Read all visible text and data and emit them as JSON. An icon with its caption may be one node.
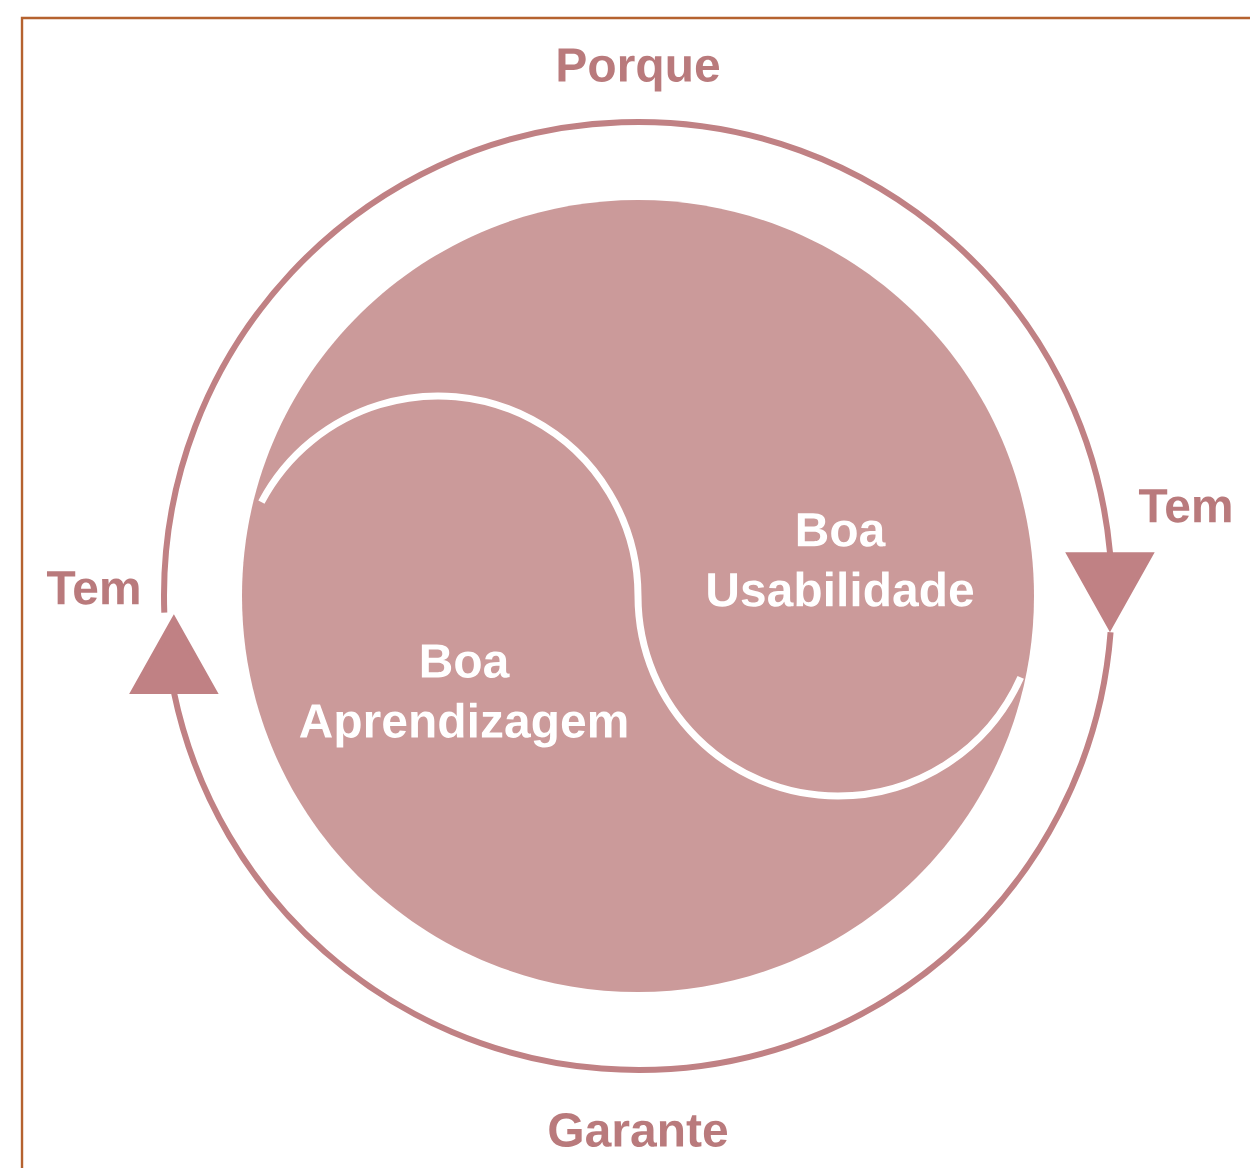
{
  "diagram": {
    "nodes": [
      {
        "text": [],
        "shape": "circle"
      },
      {
        "text": [
          "Boa Aprendizagem"
        ],
        "in": 0
      },
      {
        "text": [
          "Boa Usabilidade"
        ],
        "in": 0
      }
    ],
    "edges": [
      {
        "from": 1,
        "to": 2,
        "arrow": "to",
        "label": "Porque"
      },
      {
        "from": 2,
        "to": 1,
        "arrow": "to",
        "label": "Garante"
      }
    ],
    "labels": [
      "Tem",
      "Tem"
    ]
  }
}
